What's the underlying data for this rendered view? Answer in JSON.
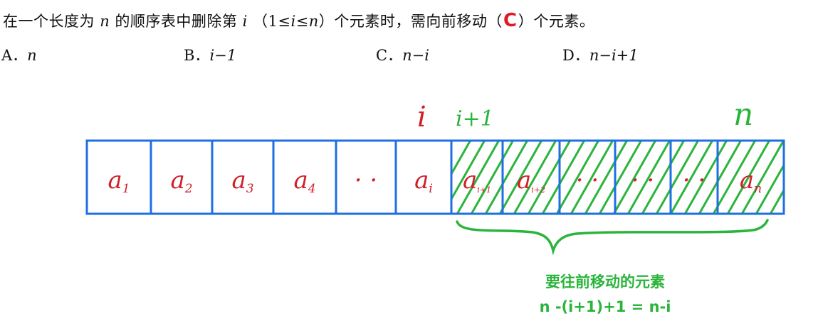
{
  "question": {
    "part1": "在一个长度为",
    "var_n": "n",
    "part2": "的顺序表中删除第",
    "var_i": "i",
    "part3": "（1≤",
    "var_i2": "i",
    "part4": "≤",
    "var_n2": "n",
    "part5": "）个元素时，需向前移动（",
    "answer_mark": "C",
    "part6": "）个元素。"
  },
  "options": [
    {
      "letter": "A．",
      "value": "n"
    },
    {
      "letter": "B．",
      "value": "i−1"
    },
    {
      "letter": "C．",
      "value": "n−i"
    },
    {
      "letter": "D．",
      "value": "n−i+1"
    }
  ],
  "cells": [
    {
      "label": "a",
      "sub": "1"
    },
    {
      "label": "a",
      "sub": "2"
    },
    {
      "label": "a",
      "sub": "3"
    },
    {
      "label": "a",
      "sub": "4"
    },
    {
      "label": "· ·",
      "sub": ""
    },
    {
      "label": "a",
      "sub": "i"
    },
    {
      "label": "a",
      "sub": "i+1"
    },
    {
      "label": "a",
      "sub": "i+2"
    },
    {
      "label": "· ·",
      "sub": ""
    },
    {
      "label": "· ·",
      "sub": ""
    },
    {
      "label": "· ·",
      "sub": ""
    },
    {
      "label": "a",
      "sub": "n"
    }
  ],
  "annotations": {
    "i_label": "i",
    "i_plus_1_label": "i+1",
    "n_label": "n"
  },
  "caption": {
    "line1": "要往前移动的元素",
    "line2": "n -(i+1)+1 = n-i"
  },
  "colors": {
    "cell_border": "#1e6fe0",
    "handwriting_red": "#d0202a",
    "handwriting_green": "#2bb43c"
  }
}
